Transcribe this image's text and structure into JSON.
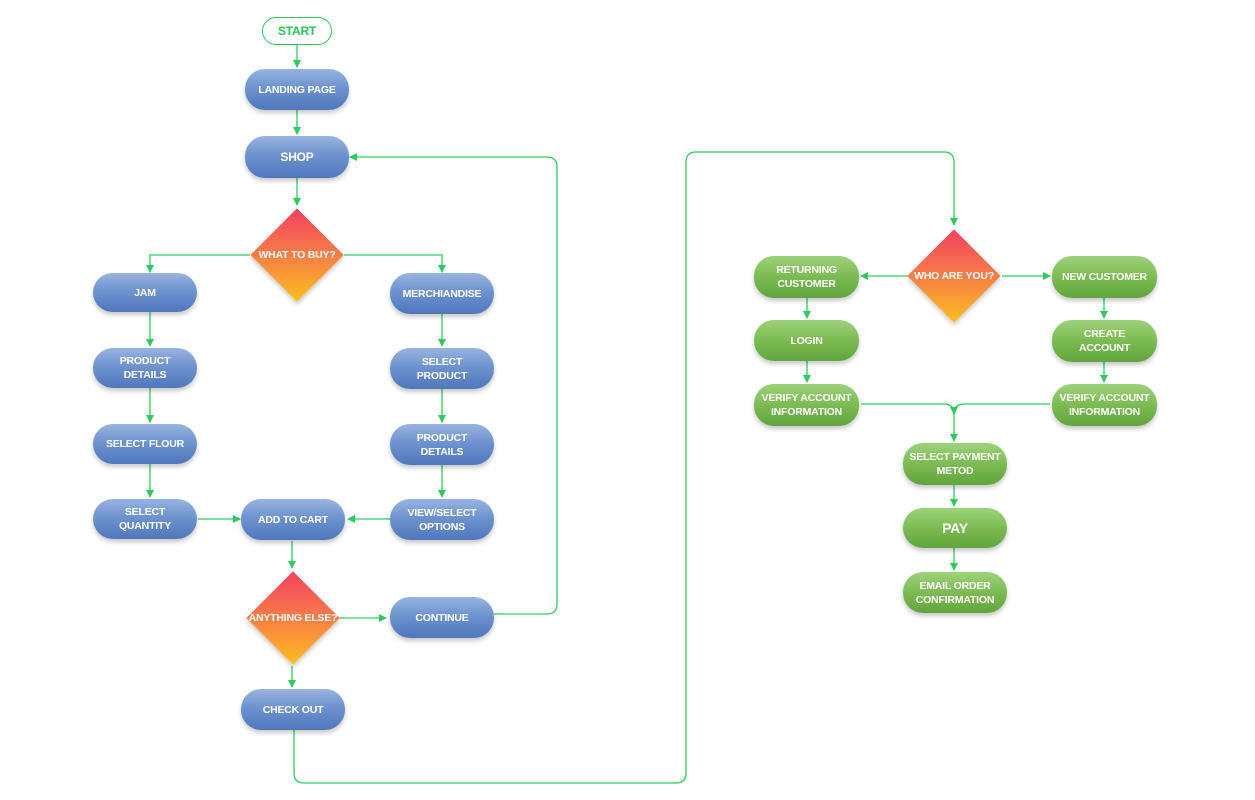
{
  "colors": {
    "connector": "#2ecc5f",
    "left_flow": "#6e93cf",
    "right_flow": "#7cbb52",
    "decision": "#f7774a"
  },
  "nodes": {
    "start": "START",
    "landing_page": "LANDING PAGE",
    "shop": "SHOP",
    "what_to_buy": "WHAT TO BUY?",
    "jam": "JAM",
    "merchandise": "MERCHIANDISE",
    "product_details_jam": "PRODUCT DETAILS",
    "select_flour": "SELECT FLOUR",
    "select_quantity": "SELECT QUANTITY",
    "select_product": "SELECT PRODUCT",
    "product_details_merch": "PRODUCT DETAILS",
    "view_select_options": "VIEW/SELECT\nOPTIONS",
    "add_to_cart": "ADD TO CART",
    "anything_else": "ANYTHING ELSE?",
    "continue": "CONTINUE",
    "check_out": "CHECK OUT",
    "who_are_you": "WHO ARE YOU?",
    "returning_customer": "RETURNING\nCUSTOMER",
    "new_customer": "NEW CUSTOMER",
    "login": "LOGIN",
    "create_account": "CREATE ACCOUNT",
    "verify_account_returning": "VERIFY ACCOUNT\nINFORMATION",
    "verify_account_new": "VERIFY ACCOUNT\nINFORMATION",
    "select_payment_method": "SELECT PAYMENT\nMETOD",
    "pay": "PAY",
    "email_order_confirmation": "EMAIL ORDER\nCONFIRMATION"
  }
}
